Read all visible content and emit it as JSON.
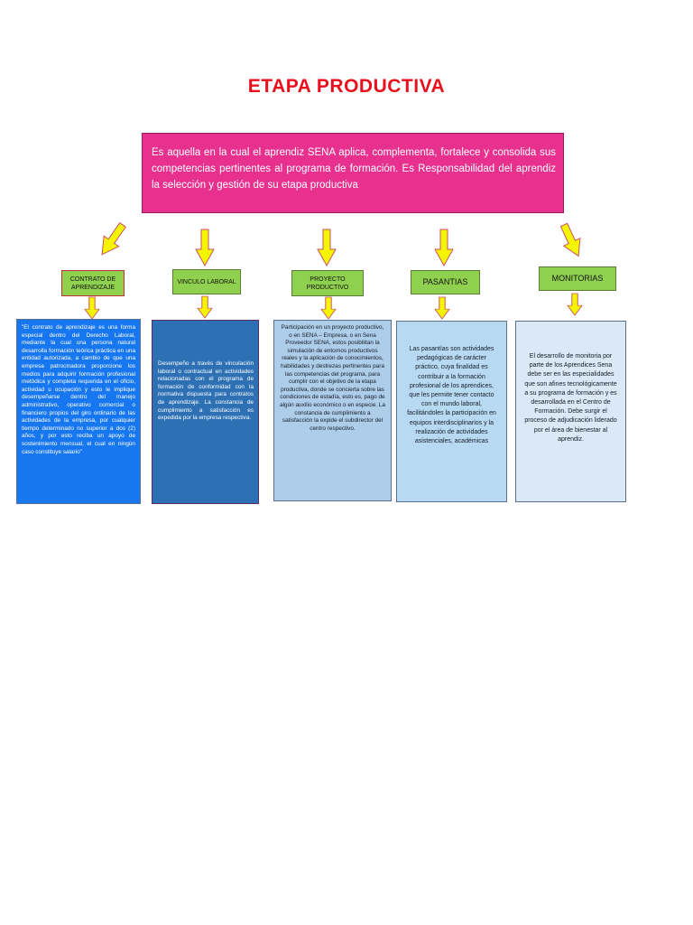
{
  "title": "ETAPA PRODUCTIVA",
  "main": {
    "text": "Es aquella en la cual el aprendiz SENA aplica, complementa, fortalece y consolida sus competencias pertinentes al programa de formación. Es Responsabilidad del aprendiz la selección y gestión de su etapa productiva"
  },
  "branches": [
    {
      "label": "CONTRATO DE APRENDIZAJE",
      "text": "\"El contrato de aprendizaje es una forma especial dentro del Derecho Laboral, mediante la cual una persona natural desarrolla formación teórica práctica en una entidad autorizada, a cambio de que una empresa patrocinadora proporcione los medios para adquirir formación profesional metódica y completa requerida en el oficio, actividad u ocupación y esto le implique desempeñarse dentro del manejo administrativo, operativo comercial o financiero propios del giro ordinario de las actividades de la empresa, por cualquier tiempo determinado no superior a dos (2) años, y por esto reciba un apoyo de sostenimiento mensual, el cual en ningún caso constituye salario\""
    },
    {
      "label": "VINCULO LABORAL",
      "text": "Desempeño a través de vinculación laboral o contractual en actividades relacionadas con el programa de formación de conformidad con la normativa dispuesta para contratos de aprendizaje. La constancia de cumplimiento a satisfacción es expedida por la empresa respectiva."
    },
    {
      "label": "PROYECTO PRODUCTIVO",
      "text": "Participación en un proyecto productivo, o en SENA – Empresa, o en Sena Proveedor SENA, estos posibilitan la simulación de entornos productivos reales y la aplicación de conocimientos, habilidades y destrezas pertinentes para las competencias del programa, para cumplir con el objetivo de la etapa productiva, donde se concierta sobre las condiciones de estadía, esto es, pago de algún auxilio económico o en especie. La constancia de cumplimiento a satisfacción la expide el subdirector del centro respectivo."
    },
    {
      "label": "PASANTIAS",
      "text": "Las pasantías son actividades pedagógicas de carácter práctico, cuya finalidad es contribuir a la formación profesional de los aprendices, que les permite tener contacto con el mundo laboral, facilitándoles la participación en equipos interdisciplinarios y la realización de actividades asistenciales, académicas"
    },
    {
      "label": "MONITORIAS",
      "text": "El desarrollo de monitoria por parte de los Aprendices Sena debe ser en las especialidades que son afines tecnológicamente a su programa de formación y es desarrollada en el Centro de Formación. Debe surgir el proceso de adjudicación liderado por el área de bienestar al aprendiz."
    }
  ],
  "colors": {
    "title": "#e8101c",
    "main_box": "#e8308e",
    "label_box": "#8fd14f",
    "arrow_fill": "#f6f500",
    "arrow_stroke": "#c8506a",
    "desc1": "#1777f0",
    "desc2": "#2d71b4",
    "desc3": "#aecde8",
    "desc4": "#b7d9f1",
    "desc5": "#dbe8f5"
  }
}
